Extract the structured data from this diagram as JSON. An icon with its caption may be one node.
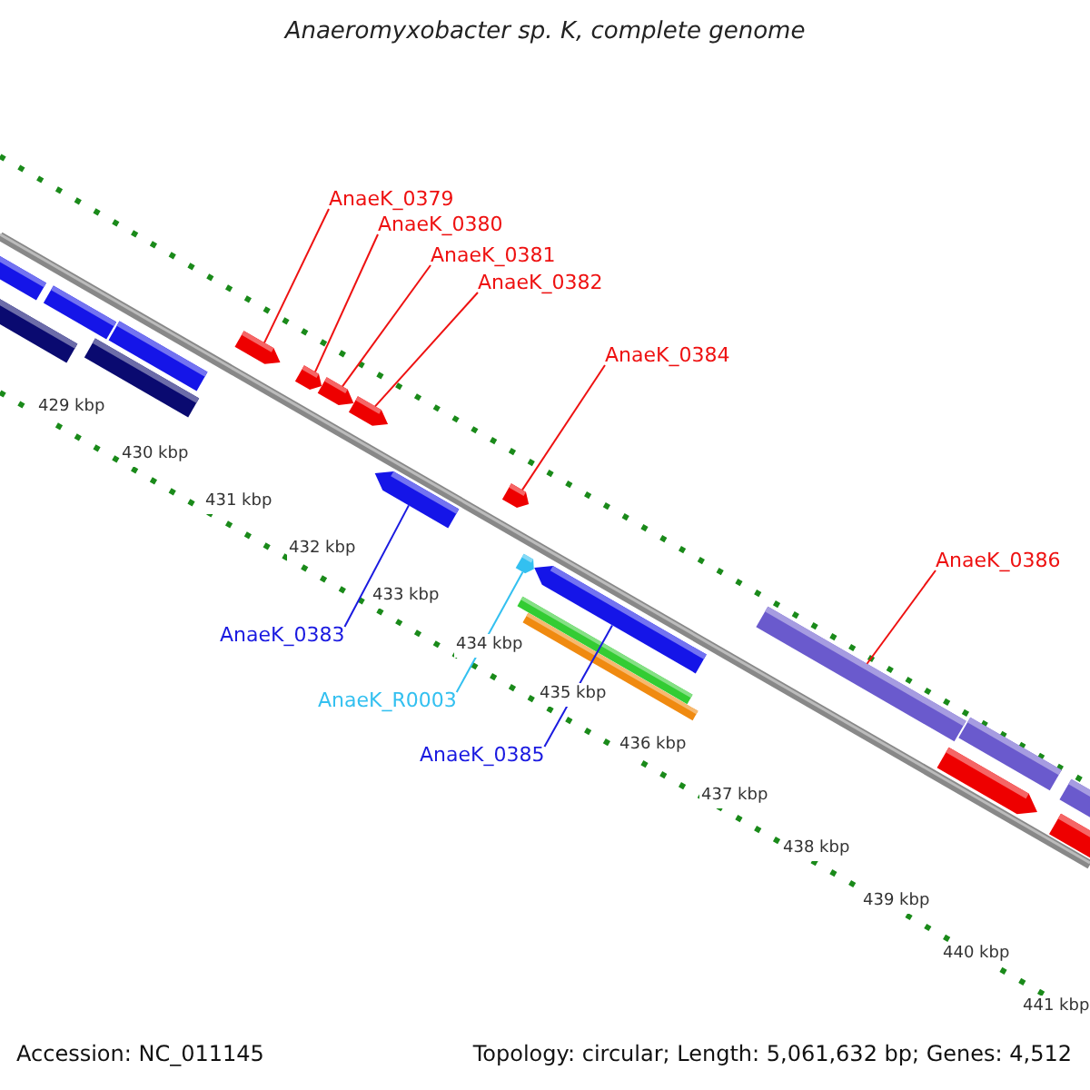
{
  "diagram": {
    "title": "Anaeromyxobacter sp. K, complete genome",
    "nodes": [
      {
        "text": [
          "AnaeK_0379"
        ]
      },
      {
        "text": [
          "AnaeK_0380"
        ]
      },
      {
        "text": [
          "AnaeK_0381"
        ]
      },
      {
        "text": [
          "AnaeK_0382"
        ]
      },
      {
        "text": [
          "AnaeK_0384"
        ]
      },
      {
        "text": [
          "AnaeK_0386"
        ]
      },
      {
        "text": [
          "AnaeK_0383"
        ]
      },
      {
        "text": [
          "AnaeK_R0003"
        ]
      },
      {
        "text": [
          "AnaeK_0385"
        ]
      },
      {
        "text": [],
        "shape": "arrow"
      },
      {
        "text": [],
        "shape": "arrow"
      },
      {
        "text": [],
        "shape": "arrow"
      },
      {
        "text": [],
        "shape": "arrow"
      },
      {
        "text": [],
        "shape": "arrow"
      },
      {
        "text": [],
        "shape": "bar"
      },
      {
        "text": [],
        "shape": "arrow"
      },
      {
        "text": [],
        "shape": "arrow"
      },
      {
        "text": [],
        "shape": "arrow"
      }
    ],
    "edges": [
      {
        "from": 0,
        "to": 9,
        "arrow": "none"
      },
      {
        "from": 1,
        "to": 10,
        "arrow": "none"
      },
      {
        "from": 2,
        "to": 11,
        "arrow": "none"
      },
      {
        "from": 3,
        "to": 12,
        "arrow": "none"
      },
      {
        "from": 4,
        "to": 13,
        "arrow": "none"
      },
      {
        "from": 5,
        "to": 14,
        "arrow": "none"
      },
      {
        "from": 6,
        "to": 15,
        "arrow": "none",
        "color": "#1a1ae0"
      },
      {
        "from": 7,
        "to": 16,
        "arrow": "none",
        "color": "#33c0f0"
      },
      {
        "from": 8,
        "to": 17,
        "arrow": "none",
        "color": "#1a1ae0"
      }
    ],
    "labels": [
      "429 kbp",
      "430 kbp",
      "431 kbp",
      "432 kbp",
      "433 kbp",
      "434 kbp",
      "435 kbp",
      "436 kbp",
      "437 kbp",
      "438 kbp",
      "439 kbp",
      "440 kbp",
      "441 kbp",
      "Accession: NC_011145",
      "Topology: circular; Length: 5,061,632 bp; Genes: 4,512"
    ]
  }
}
